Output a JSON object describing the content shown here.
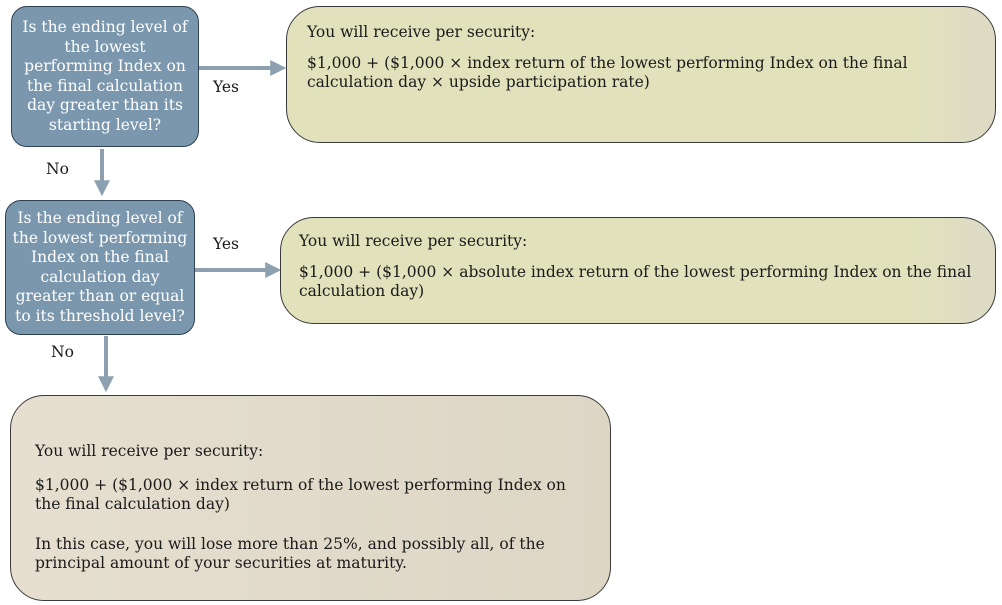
{
  "questions": {
    "q1": "Is the ending level of the lowest performing Index on the final calculation day greater than its starting level?",
    "q2": "Is the ending level of the lowest performing Index on the final calculation day greater than or equal to its threshold level?"
  },
  "labels": {
    "yes": "Yes",
    "no": "No"
  },
  "outcomes": {
    "upside": {
      "heading": "You will receive per security:",
      "formula": "$1,000 + ($1,000 × index return of the lowest performing Index on the final calculation day × upside participation rate)"
    },
    "absolute": {
      "heading": "You will receive per security:",
      "formula": "$1,000 + ($1,000 × absolute index return of the lowest performing Index on the final calculation day)"
    },
    "loss": {
      "heading": "You will receive per security:",
      "formula": "$1,000 + ($1,000 × index return of the lowest performing Index on the final calculation day)",
      "note": "In this case, you will lose more than 25%, and possibly all, of the principal amount of your securities at maturity."
    }
  },
  "colors": {
    "question_fill": "#7b97ad",
    "outcome_fill": "#e1e2bc",
    "loss_fill": "#e6dfd0",
    "arrow": "#8ca0b0"
  }
}
